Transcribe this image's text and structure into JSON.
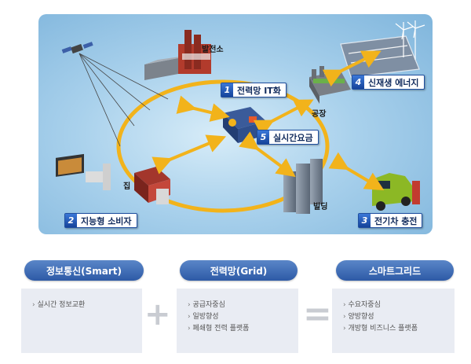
{
  "diagram": {
    "labels": {
      "power_plant": "발전소",
      "factory": "공장",
      "house": "집",
      "building": "빌딩"
    },
    "tags": [
      {
        "num": "1",
        "text": "전력망 IT화"
      },
      {
        "num": "2",
        "text": "지능형 소비자"
      },
      {
        "num": "3",
        "text": "전기차 충전"
      },
      {
        "num": "4",
        "text": "신재생 에너지"
      },
      {
        "num": "5",
        "text": "실시간요금"
      }
    ]
  },
  "summary": {
    "info": {
      "title": "정보통신(Smart)",
      "items": [
        "실시간 정보교환"
      ]
    },
    "grid": {
      "title": "전력망(Grid)",
      "items": [
        "공급자중심",
        "일방향성",
        "폐쇄형 전력 플랫폼"
      ]
    },
    "smartgrid": {
      "title": "스마트그리드",
      "items": [
        "수요자중심",
        "양방향성",
        "개방형 비즈니스 플랫폼"
      ]
    },
    "plus_symbol": "+",
    "equals_symbol": "="
  },
  "colors": {
    "ring": "#f2b31b",
    "pill": "#3d6bb8",
    "box": "#e9ecf3",
    "tag_blue": "#1f4fa0"
  }
}
